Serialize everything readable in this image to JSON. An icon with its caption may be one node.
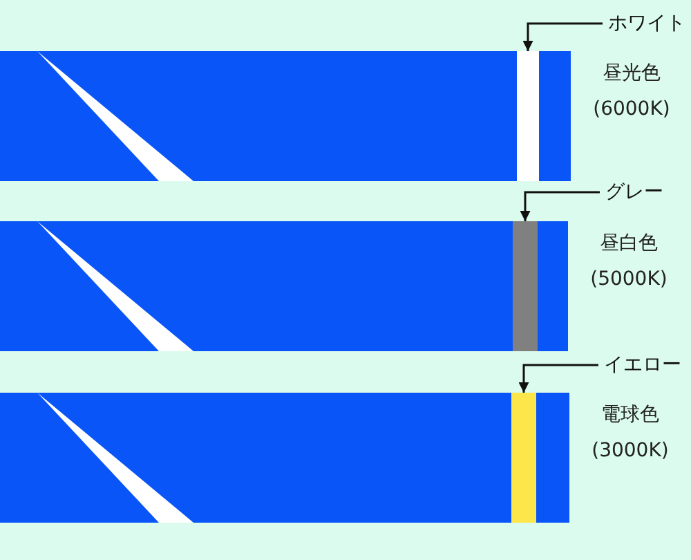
{
  "diagram": {
    "nodes": [
      {
        "text": [
          "ホワイト"
        ]
      },
      {
        "text": [],
        "shape": "bar",
        "beside": [
          "昼光色",
          "(6000K)"
        ]
      },
      {
        "text": [],
        "shape": "bar",
        "in": 1
      },
      {
        "text": [
          "グレー"
        ]
      },
      {
        "text": [],
        "shape": "bar",
        "beside": [
          "昼白色",
          "(5000K)"
        ]
      },
      {
        "text": [],
        "shape": "bar",
        "in": 4
      },
      {
        "text": [
          "イエロー"
        ]
      },
      {
        "text": [],
        "shape": "bar",
        "beside": [
          "電球色",
          "(3000K)"
        ]
      },
      {
        "text": [],
        "shape": "bar",
        "in": 7
      }
    ],
    "edges": [
      {
        "from": 0,
        "to": 2,
        "arrow": "to"
      },
      {
        "from": 3,
        "to": 5,
        "arrow": "to"
      },
      {
        "from": 6,
        "to": 8,
        "arrow": "to"
      }
    ]
  }
}
